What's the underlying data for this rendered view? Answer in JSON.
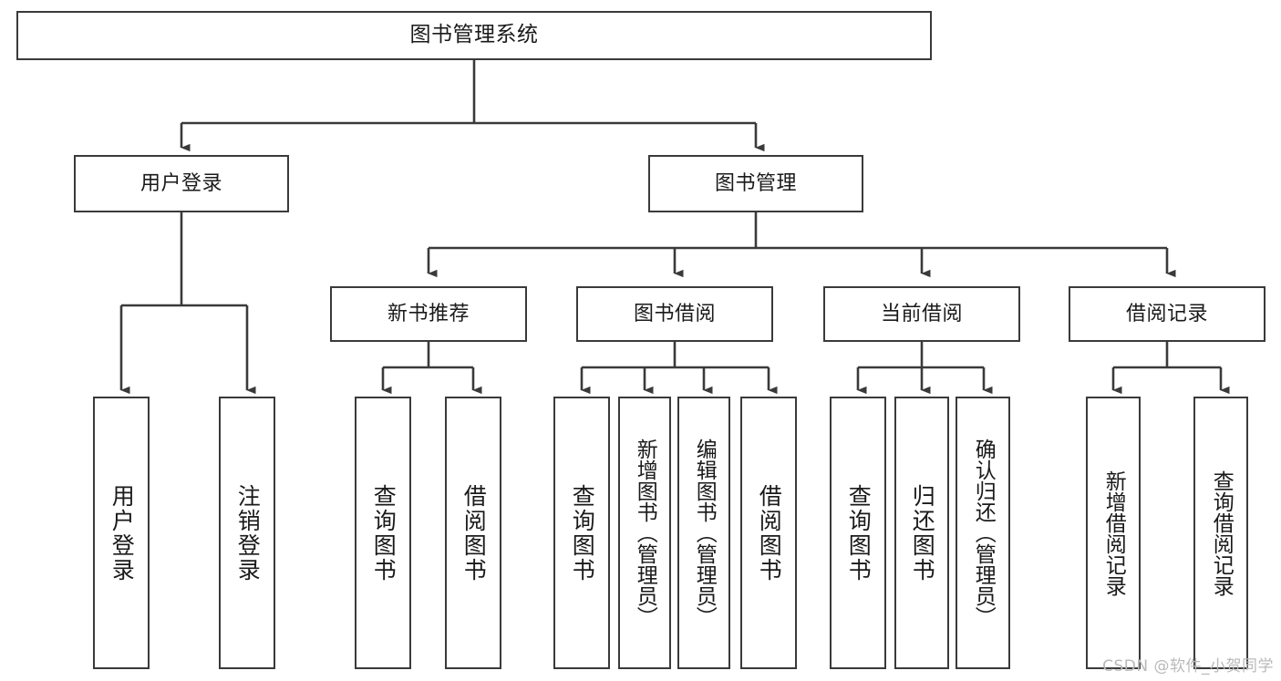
{
  "diagram": {
    "title": "图书管理系统",
    "type": "tree-hierarchy",
    "watermark": "CSDN @软件_小贺同学",
    "colors": {
      "background": "#ffffff",
      "box_border": "#3a3a3a",
      "box_fill": "#ffffff",
      "edge": "#3a3a3a",
      "text": "#1a1a1a",
      "watermark": "#b9b9b9"
    },
    "nodes": {
      "root": {
        "label": "图书管理系统"
      },
      "level2": [
        {
          "id": "user-login",
          "label": "用户登录"
        },
        {
          "id": "book-manage",
          "label": "图书管理"
        }
      ],
      "level3": [
        {
          "id": "new-book-recommend",
          "label": "新书推荐"
        },
        {
          "id": "book-borrow",
          "label": "图书借阅"
        },
        {
          "id": "current-borrow",
          "label": "当前借阅"
        },
        {
          "id": "borrow-record",
          "label": "借阅记录"
        }
      ],
      "leaves": {
        "user_login": [
          {
            "id": "leaf-user-login",
            "label": "用户登录"
          },
          {
            "id": "leaf-user-logout",
            "label": "注销登录"
          }
        ],
        "new_book_recommend": [
          {
            "id": "leaf-query-book-1",
            "label": "查询图书"
          },
          {
            "id": "leaf-borrow-book-1",
            "label": "借阅图书"
          }
        ],
        "book_borrow": [
          {
            "id": "leaf-query-book-2",
            "label": "查询图书"
          },
          {
            "id": "leaf-add-book",
            "label": "新增图书（管理员）"
          },
          {
            "id": "leaf-edit-book",
            "label": "编辑图书（管理员）"
          },
          {
            "id": "leaf-borrow-book-2",
            "label": "借阅图书"
          }
        ],
        "current_borrow": [
          {
            "id": "leaf-query-book-3",
            "label": "查询图书"
          },
          {
            "id": "leaf-return-book",
            "label": "归还图书"
          },
          {
            "id": "leaf-confirm-return",
            "label": "确认归还（管理员）"
          }
        ],
        "borrow_record": [
          {
            "id": "leaf-add-record",
            "label": "新增借阅记录"
          },
          {
            "id": "leaf-query-record",
            "label": "查询借阅记录"
          }
        ]
      }
    },
    "edges": [
      {
        "from": "图书管理系统",
        "to": "用户登录"
      },
      {
        "from": "图书管理系统",
        "to": "图书管理"
      },
      {
        "from": "用户登录",
        "to": "用户登录"
      },
      {
        "from": "用户登录",
        "to": "注销登录"
      },
      {
        "from": "图书管理",
        "to": "新书推荐"
      },
      {
        "from": "图书管理",
        "to": "图书借阅"
      },
      {
        "from": "图书管理",
        "to": "当前借阅"
      },
      {
        "from": "图书管理",
        "to": "借阅记录"
      },
      {
        "from": "新书推荐",
        "to": "查询图书"
      },
      {
        "from": "新书推荐",
        "to": "借阅图书"
      },
      {
        "from": "图书借阅",
        "to": "查询图书"
      },
      {
        "from": "图书借阅",
        "to": "新增图书（管理员）"
      },
      {
        "from": "图书借阅",
        "to": "编辑图书（管理员）"
      },
      {
        "from": "图书借阅",
        "to": "借阅图书"
      },
      {
        "from": "当前借阅",
        "to": "查询图书"
      },
      {
        "from": "当前借阅",
        "to": "归还图书"
      },
      {
        "from": "当前借阅",
        "to": "确认归还（管理员）"
      },
      {
        "from": "借阅记录",
        "to": "新增借阅记录"
      },
      {
        "from": "借阅记录",
        "to": "查询借阅记录"
      }
    ]
  }
}
